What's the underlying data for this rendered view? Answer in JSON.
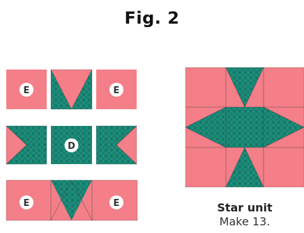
{
  "figure": {
    "title": "Fig. 2",
    "colors": {
      "background": "#f47f88",
      "star_fabric": "#137a6a",
      "star_pattern_line": "#3fb8a2",
      "seam": "#3a3a3a",
      "label_circle": "#ffffff",
      "label_text": "#333333"
    }
  },
  "exploded_rows": [
    {
      "row": "top",
      "units": [
        {
          "type": "square",
          "label": "E"
        },
        {
          "type": "flying-geese-down"
        },
        {
          "type": "square",
          "label": "E"
        }
      ]
    },
    {
      "row": "middle",
      "units": [
        {
          "type": "flying-geese-right"
        },
        {
          "type": "center",
          "label": "D"
        },
        {
          "type": "flying-geese-left"
        }
      ]
    },
    {
      "row": "bottom",
      "units": [
        {
          "type": "square",
          "label": "E"
        },
        {
          "type": "flying-geese-up"
        },
        {
          "type": "square",
          "label": "E"
        }
      ]
    }
  ],
  "star_unit": {
    "caption_title": "Star unit",
    "caption_sub": "Make 13."
  }
}
